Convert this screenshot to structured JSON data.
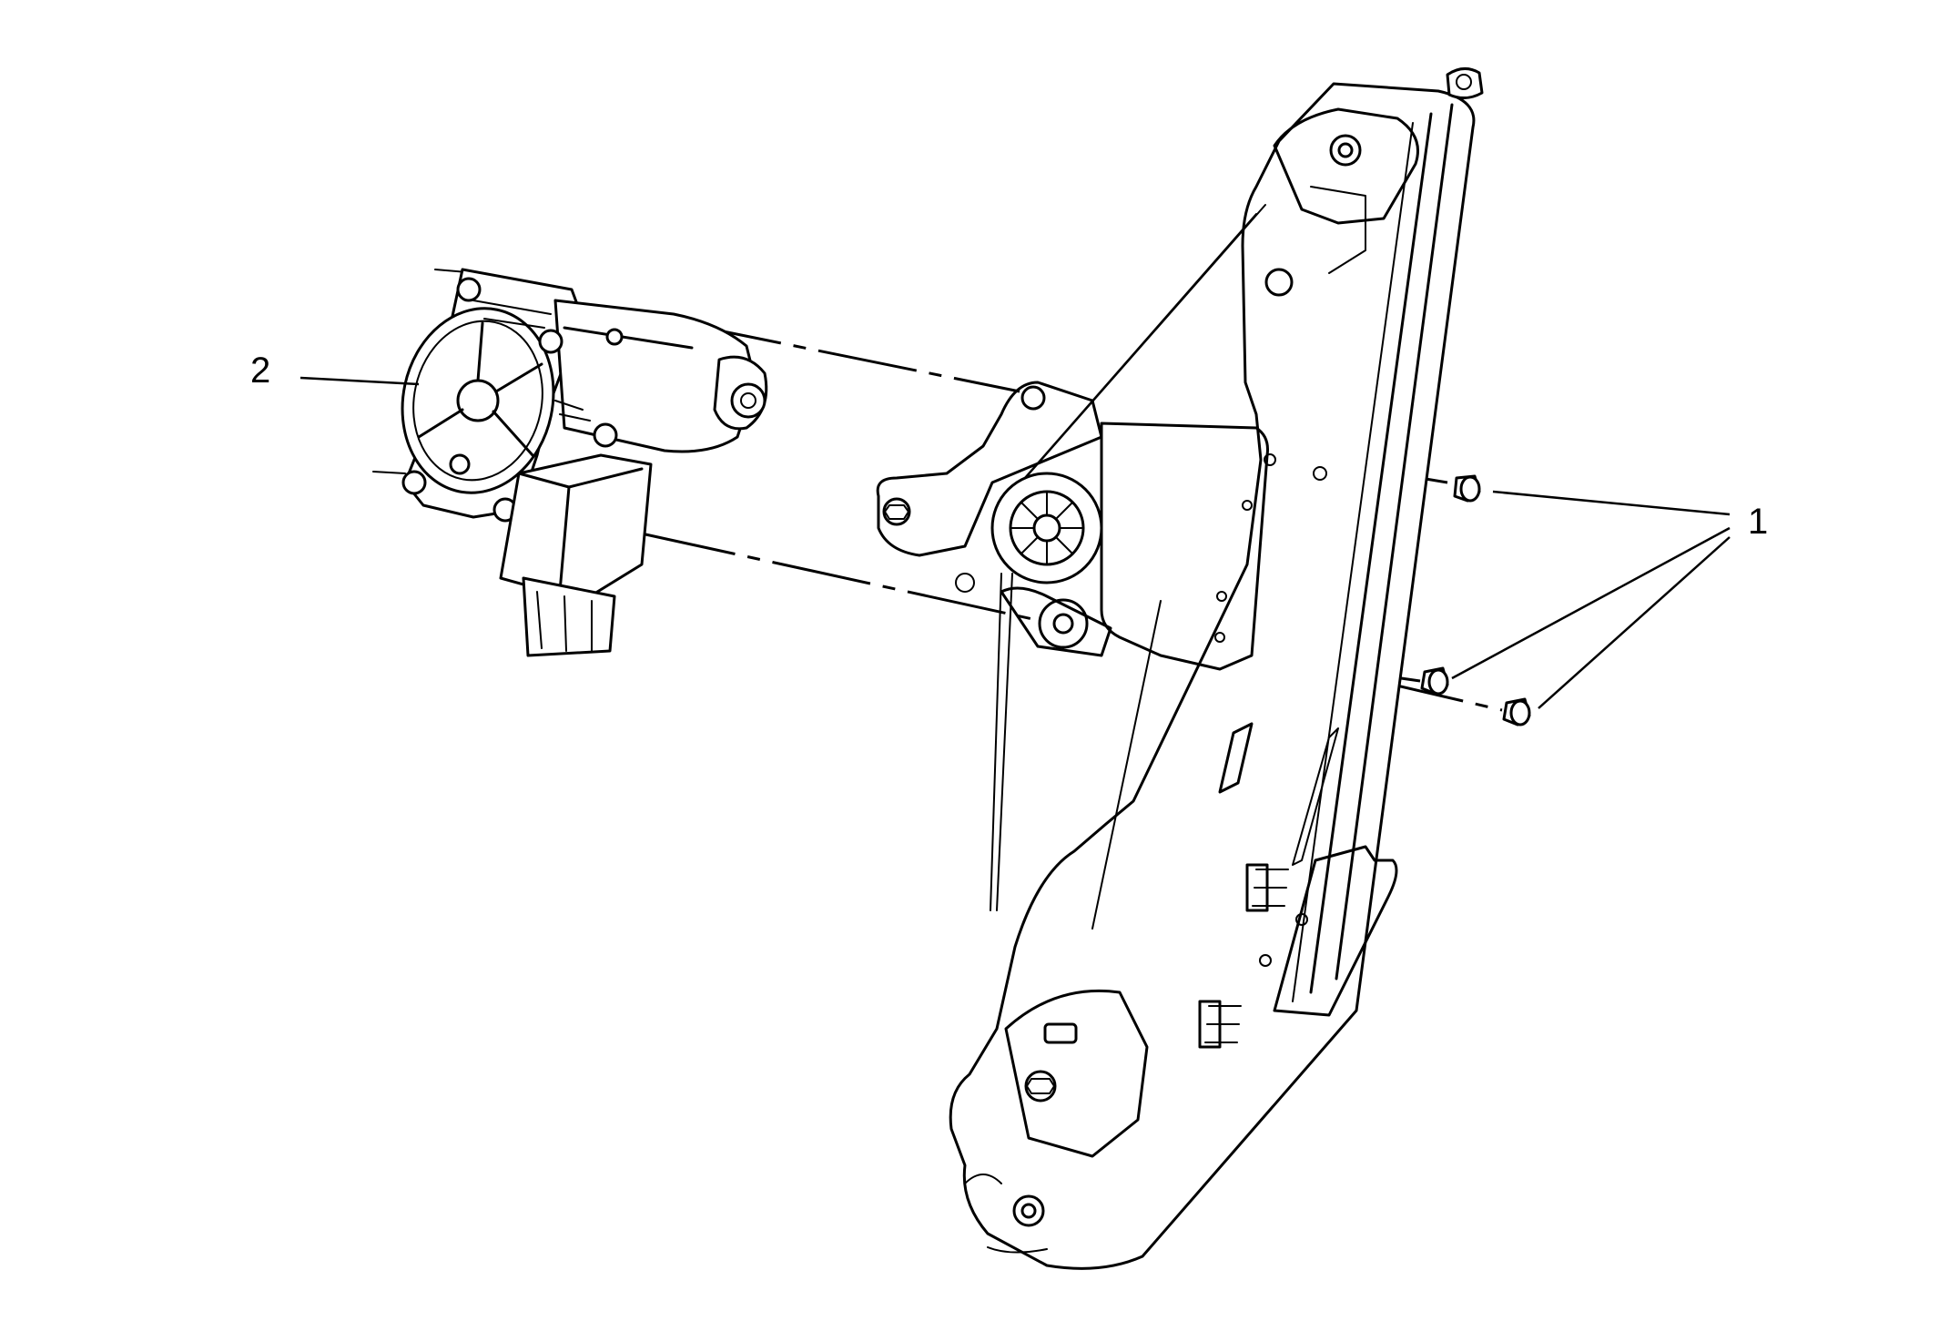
{
  "callouts": [
    {
      "id": "1",
      "text": "1"
    },
    {
      "id": "2",
      "text": "2"
    }
  ],
  "icons": {
    "regulator": "window-regulator-icon",
    "motor": "window-motor-icon",
    "bolt": "bolt-icon"
  },
  "colors": {
    "line": "#000000",
    "background": "#ffffff"
  }
}
